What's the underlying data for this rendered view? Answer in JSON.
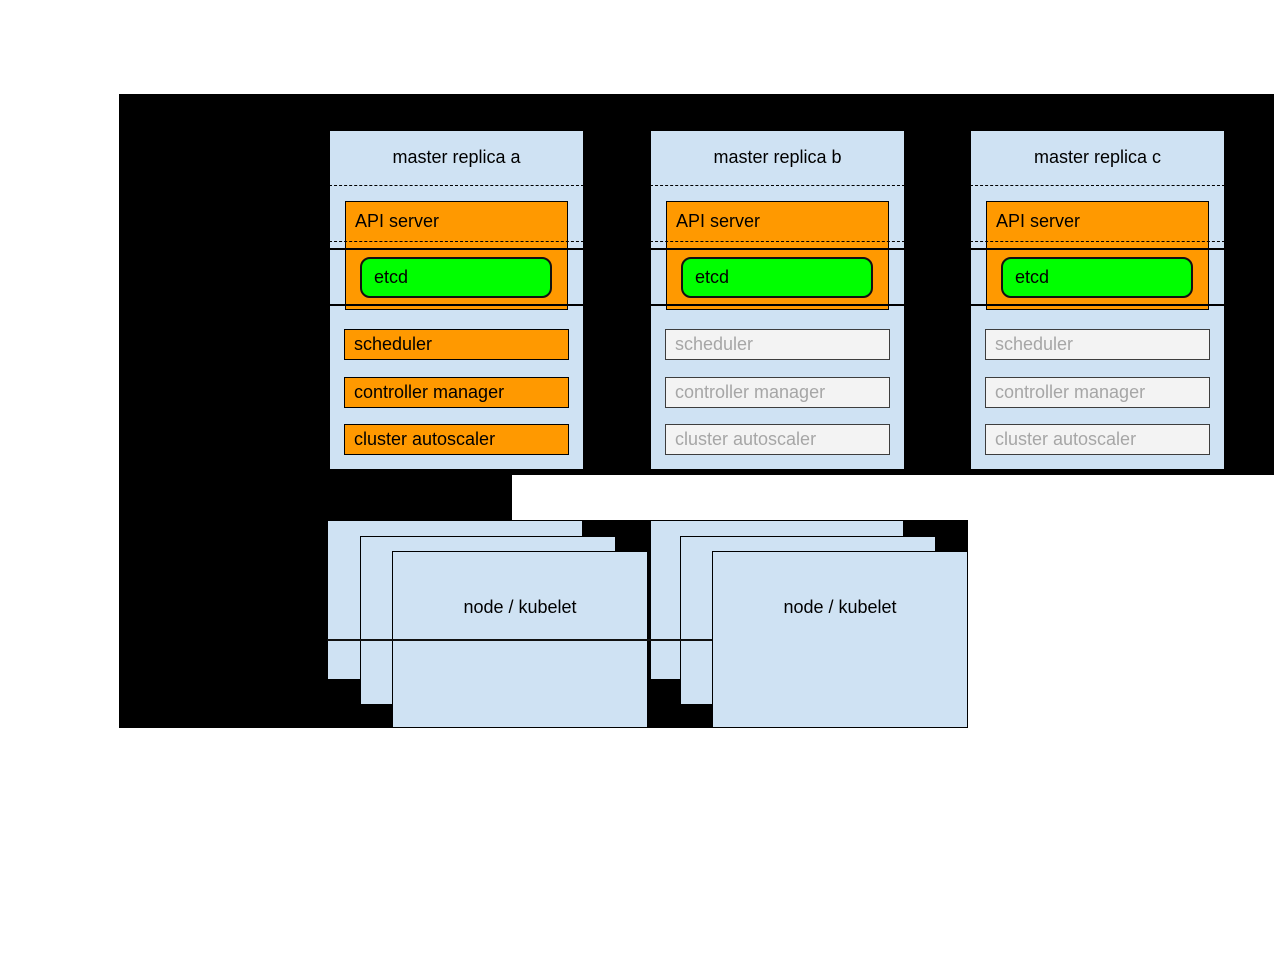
{
  "diagram": {
    "description_labels": {
      "node_divider": ""
    },
    "colors": {
      "backdrop": "#000000",
      "master_fill": "#cfe2f3",
      "active_component_fill": "#ff9900",
      "etcd_fill": "#00ff00",
      "inactive_component_fill": "#f3f3f3",
      "inactive_text": "#a6a6a6",
      "text": "#000000"
    },
    "masters": [
      {
        "title": "master replica a",
        "api_server": "API server",
        "etcd": "etcd",
        "scheduler": "scheduler",
        "controller_manager": "controller manager",
        "cluster_autoscaler": "cluster autoscaler",
        "components_state": "active"
      },
      {
        "title": "master replica b",
        "api_server": "API server",
        "etcd": "etcd",
        "scheduler": "scheduler",
        "controller_manager": "controller manager",
        "cluster_autoscaler": "cluster autoscaler",
        "components_state": "inactive"
      },
      {
        "title": "master replica c",
        "api_server": "API server",
        "etcd": "etcd",
        "scheduler": "scheduler",
        "controller_manager": "controller manager",
        "cluster_autoscaler": "cluster autoscaler",
        "components_state": "inactive"
      }
    ],
    "nodes": [
      {
        "label": "node / kubelet"
      },
      {
        "label": "node / kubelet"
      }
    ]
  }
}
